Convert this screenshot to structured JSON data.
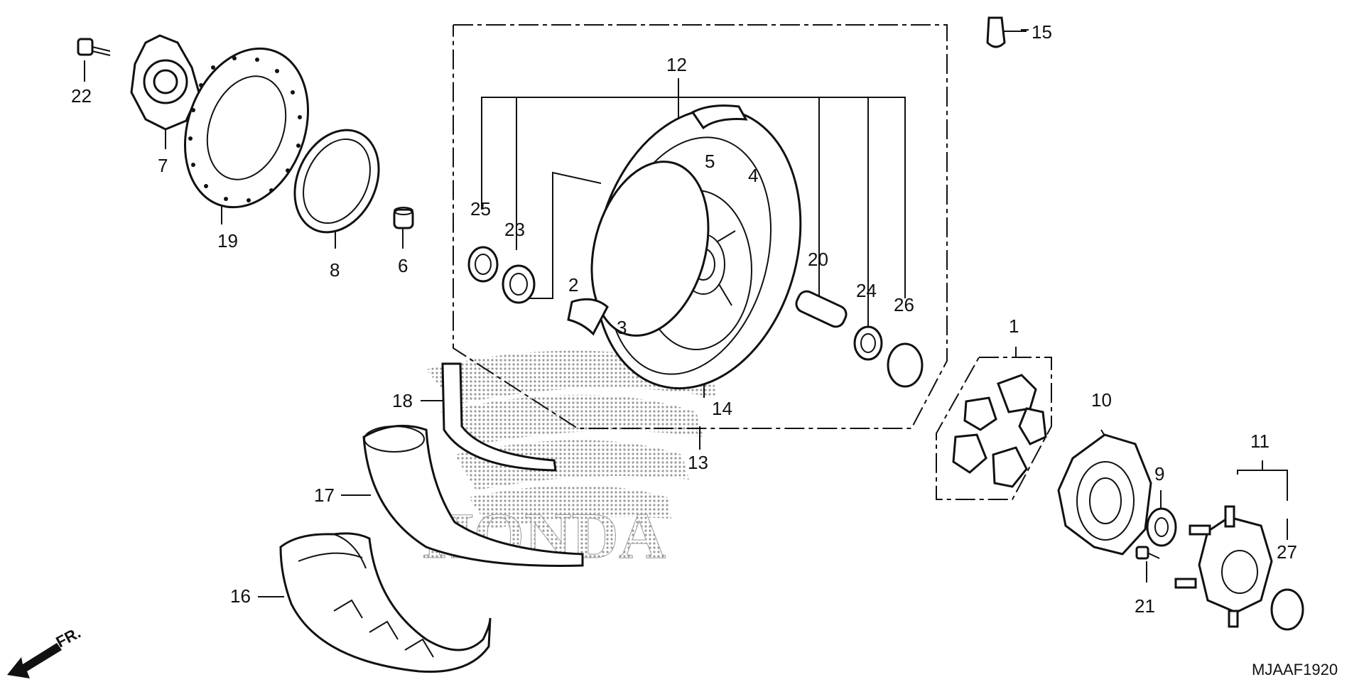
{
  "labels": {
    "p1": "1",
    "p2": "2",
    "p3": "3",
    "p4": "4",
    "p5": "5",
    "p6": "6",
    "p7": "7",
    "p8": "8",
    "p9": "9",
    "p10": "10",
    "p11": "11",
    "p12": "12",
    "p13": "13",
    "p14": "14",
    "p15": "15",
    "p16": "16",
    "p17": "17",
    "p18": "18",
    "p19": "19",
    "p20": "20",
    "p21": "21",
    "p22": "22",
    "p23": "23",
    "p24": "24",
    "p25": "25",
    "p26": "26",
    "p27": "27"
  },
  "watermark": "HONDA",
  "direction": "FR.",
  "diagram_code": "MJAAF1920",
  "colors": {
    "ink": "#111111",
    "watermark": "#b8b8b8"
  }
}
